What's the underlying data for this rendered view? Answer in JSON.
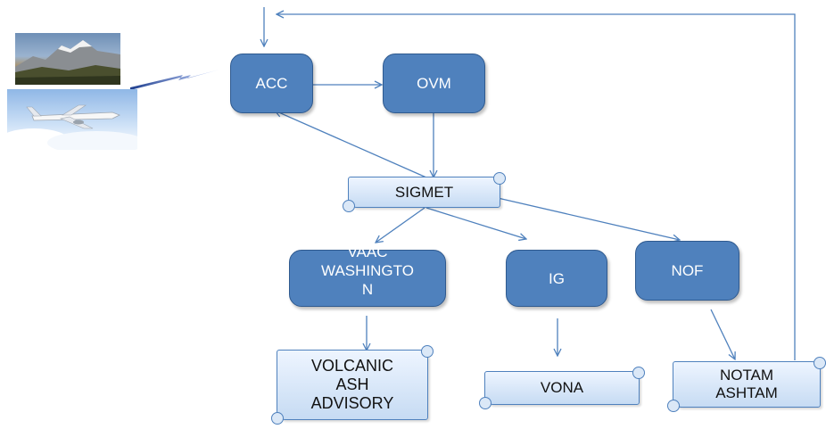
{
  "nodes": {
    "acc": "ACC",
    "ovm": "OVM",
    "sigmet": "SIGMET",
    "vaac": [
      "VAAC",
      "WASHINGTO",
      "N"
    ],
    "ig": "IG",
    "nof": "NOF",
    "volcanic_ash_advisory": [
      "VOLCANIC",
      "ASH",
      "ADVISORY"
    ],
    "vona": "VONA",
    "notam_ashtam": [
      "NOTAM",
      "ASHTAM"
    ]
  },
  "images": {
    "mountain": "volcano-mountain-photo",
    "airplane": "airplane-in-clouds-photo",
    "link": "lightning-link-icon"
  },
  "colors": {
    "box_fill": "#4f81bd",
    "box_border": "#2f5a8f",
    "arrow": "#4f81bd",
    "scroll_fill": "#c6dbf3"
  }
}
